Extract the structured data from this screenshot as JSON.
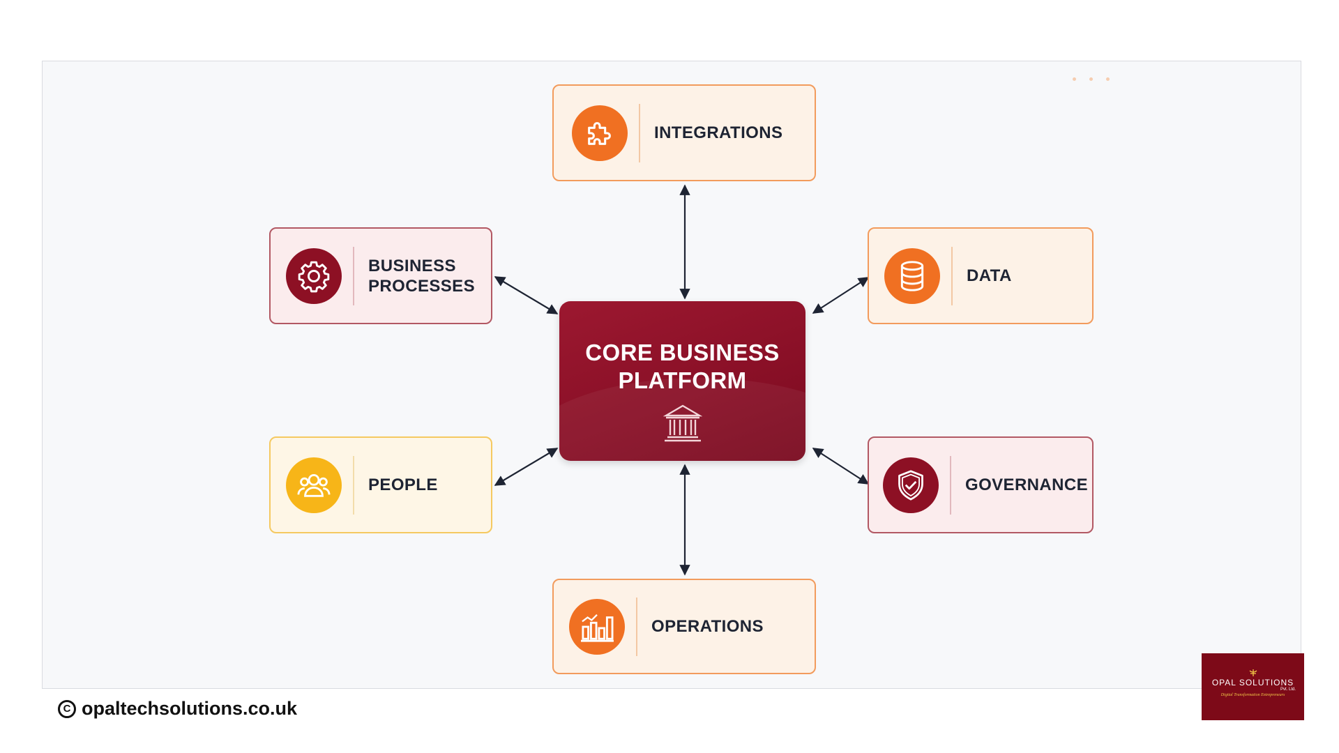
{
  "center": {
    "title": "CORE BUSINESS\nPLATFORM",
    "icon": "bank-building-icon"
  },
  "nodes": {
    "integrations": {
      "label": "INTEGRATIONS",
      "icon": "puzzle-piece-icon",
      "color": "#f07022"
    },
    "business_processes": {
      "label": "BUSINESS\nPROCESSES",
      "icon": "gear-icon",
      "color": "#8d1024"
    },
    "data": {
      "label": "DATA",
      "icon": "database-icon",
      "color": "#f07022"
    },
    "people": {
      "label": "PEOPLE",
      "icon": "users-icon",
      "color": "#f7b518"
    },
    "governance": {
      "label": "GOVERNANCE",
      "icon": "shield-check-icon",
      "color": "#8d1024"
    },
    "operations": {
      "label": "OPERATIONS",
      "icon": "bar-chart-icon",
      "color": "#f07022"
    }
  },
  "footer": {
    "copyright": "opaltechsolutions.co.uk",
    "logo": {
      "name": "OPAL SOLUTIONS",
      "suffix": "Pvt. Ltd.",
      "tagline": "Digital Transformation Entrepreneurs"
    }
  },
  "colors": {
    "accent_orange": "#f07022",
    "accent_maroon": "#8d1024",
    "accent_yellow": "#f7b518",
    "arrow": "#1e2433"
  }
}
